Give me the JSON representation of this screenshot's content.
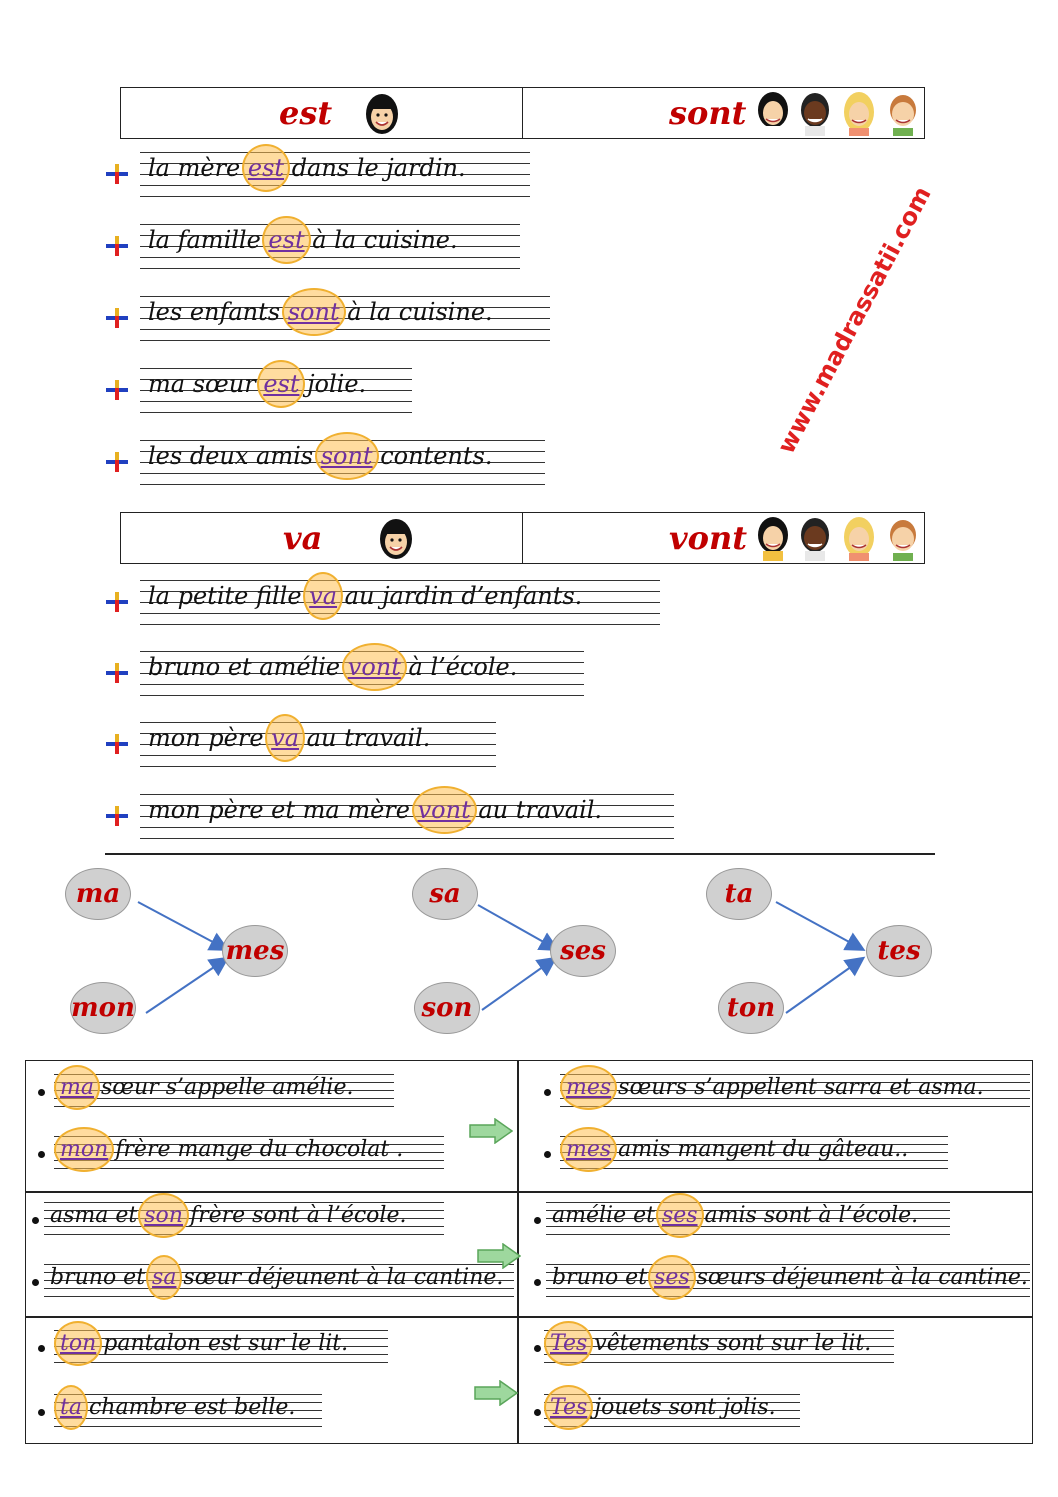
{
  "section1": {
    "header_left": "est",
    "header_right": "sont",
    "sentences": [
      {
        "before": "la mère ",
        "word": "est",
        "after": " dans le jardin."
      },
      {
        "before": "la famille ",
        "word": "est",
        "after": " à la cuisine."
      },
      {
        "before": "les enfants ",
        "word": "sont",
        "after": " à la cuisine."
      },
      {
        "before": "ma sœur ",
        "word": "est",
        "after": " jolie."
      },
      {
        "before": "les deux amis ",
        "word": "sont",
        "after": " contents."
      }
    ]
  },
  "section2": {
    "header_left": "va",
    "header_right": "vont",
    "sentences": [
      {
        "before": "la petite fille ",
        "word": "va",
        "after": " au jardin d’enfants."
      },
      {
        "before": "bruno et amélie ",
        "word": "vont",
        "after": " à l’école."
      },
      {
        "before": "mon père ",
        "word": "va",
        "after": " au travail."
      },
      {
        "before": "mon père et ma mère ",
        "word": "vont",
        "after": " au travail."
      }
    ]
  },
  "diagram": {
    "groups": [
      {
        "a": "ma",
        "b": "mon",
        "plural": "mes"
      },
      {
        "a": "sa",
        "b": "son",
        "plural": "ses"
      },
      {
        "a": "ta",
        "b": "ton",
        "plural": "tes"
      }
    ]
  },
  "table": {
    "rows": [
      {
        "left": [
          {
            "before": "",
            "word": "ma",
            "after": " sœur s’appelle amélie."
          },
          {
            "before": "",
            "word": "mon",
            "after": " frère mange du chocolat ."
          }
        ],
        "right": [
          {
            "before": "",
            "word": "mes",
            "after": " sœurs s’appellent sarra et asma."
          },
          {
            "before": "",
            "word": "mes",
            "after": " amis mangent du gâteau.."
          }
        ]
      },
      {
        "left": [
          {
            "before": "asma et ",
            "word": "son",
            "after": " frère sont à l’école."
          },
          {
            "before": "bruno et ",
            "word": "sa",
            "after": " sœur déjeunent à la cantine."
          }
        ],
        "right": [
          {
            "before": "amélie et ",
            "word": "ses",
            "after": " amis sont à l’école."
          },
          {
            "before": "bruno et ",
            "word": "ses",
            "after": " sœurs déjeunent à la cantine."
          }
        ]
      },
      {
        "left": [
          {
            "before": "",
            "word": "ton",
            "after": " pantalon est sur le lit."
          },
          {
            "before": "",
            "word": "ta",
            "after": " chambre est belle."
          }
        ],
        "right": [
          {
            "before": "",
            "word": "Tes",
            "after": " vêtements sont sur le lit."
          },
          {
            "before": "",
            "word": "Tes",
            "after": " jouets sont jolis."
          }
        ]
      }
    ]
  },
  "watermark": "www.madrassatii.com",
  "colors": {
    "header_red": "#c00000",
    "highlight_word": "#7030a0",
    "arrow_blue": "#4472c4",
    "arrow_green": "#8fd18f"
  }
}
